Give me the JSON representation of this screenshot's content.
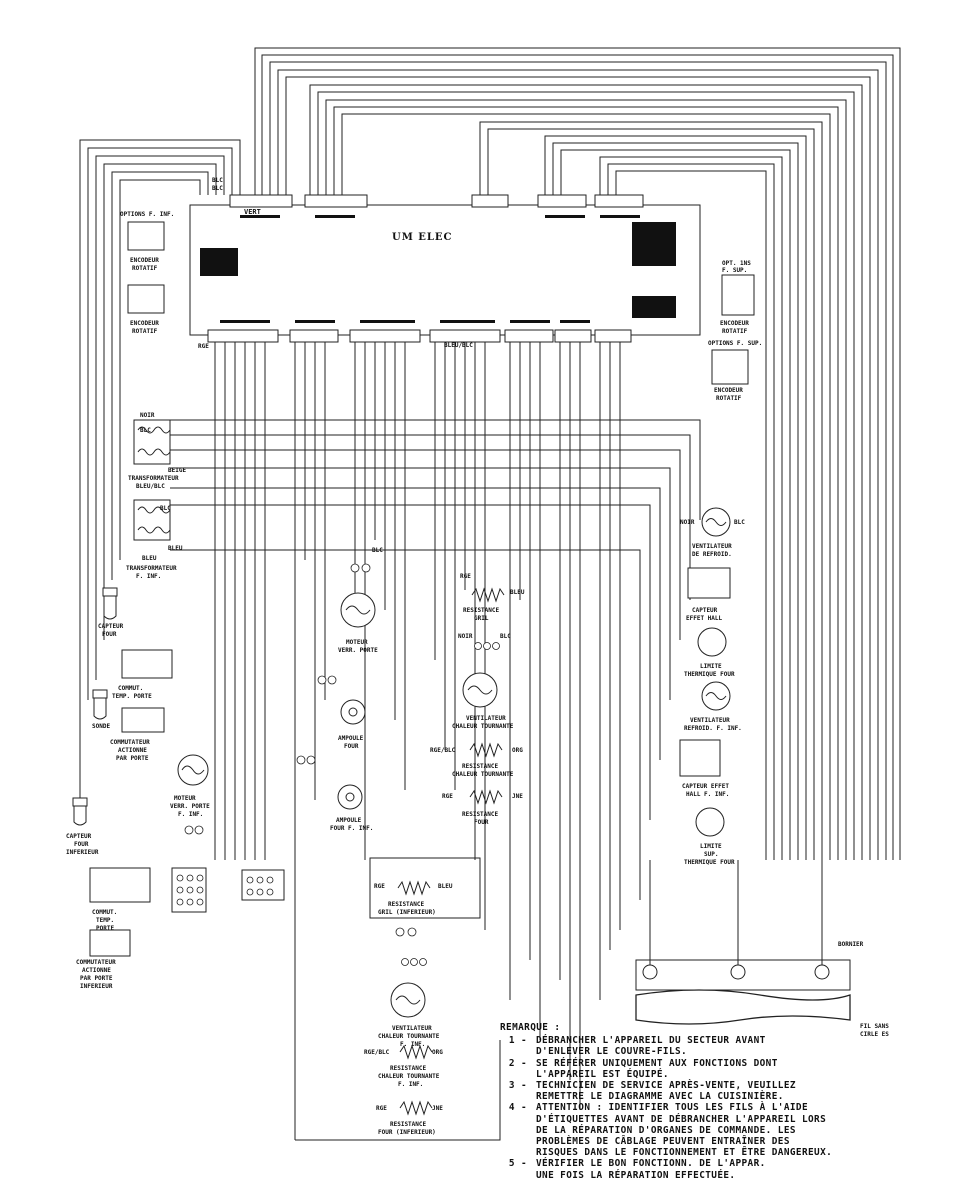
{
  "board": {
    "title": "UM ELEC",
    "options_inf": "OPTIONS F. INF.",
    "options_sup": "OPTIONS F. SUP.",
    "opt_sup_label": "OPT. 1NS\nF. SUP.",
    "encoder_rotary": "ENCODEUR\nROTATIF"
  },
  "wire_colors": {
    "blc": "BLC",
    "noir": "NOIR",
    "rge": "RGE",
    "bleu": "BLEU",
    "bleu_blc": "BLEU/BLC",
    "beige": "BEIGE",
    "jne": "JNE",
    "org": "ORG",
    "rge_blc": "RGE/BLC",
    "vert": "VERT"
  },
  "components": {
    "transfo_sup": "TRANSFORMATEUR\nBLEU/BLC",
    "transfo_inf": "TRANSFORMATEUR\nF. INF.",
    "capteur": "CAPTEUR",
    "commut_temp_porte": "COMMUT.\nTEMP. PORTE",
    "commutateur_actionne": "COMMUTATEUR\nACTIONNE\nPAR PORTE",
    "capteur_four_inf": "CAPTEUR\nFOUR\nINFERIEUR",
    "moteur_verr": "MOTEUR\nVERR. PORTE",
    "ampoule_four": "AMPOULE\nFOUR",
    "ampoule_four_inf": "AMPOULE\nFOUR F. INF.",
    "resistance_gril": "RESISTANCE\nGRIL",
    "ventilateur_chaleur": "VENTILATEUR\nCHALEUR TOURNANTE",
    "resistance_chaleur": "RESISTANCE\nCHALEUR TOURNANTE",
    "resistance_four": "RESISTANCE\nFOUR",
    "ventilateur_refroid": "VENTILATEUR\nDE REFROID.",
    "capteur_effet_hall": "CAPTEUR\nEFFET HALL",
    "limite_thermique": "LIMITE\nTHERMIQUE FOUR",
    "ventilateur_refroid_inf": "VENTILATEUR\nREFROID. F. INF.",
    "capteur_effet_hall_inf": "CAPTEUR EFFET\nHALL F. INF.",
    "limite_sup": "LIMITE\nSUP.\nTHERMIQUE FOUR",
    "resistance_gril_inf": "RESISTANCE\nGRIL (INFERIEUR)",
    "ventilateur_chaleur_inf": "VENTILATEUR\nCHALEUR TOURNANTE\nF. INF.",
    "resistance_chaleur_inf": "RESISTANCE\nCHALEUR TOURNANTE\nF. INF.",
    "resistance_four_inf": "RESISTANCE\nFOUR (INFERIEUR)",
    "bornier": "BORNIER",
    "fil_sans": "FIL SANS\nCIRLE ES"
  },
  "notes": {
    "title": "REMARQUE :",
    "items": [
      {
        "num": "1  -",
        "text": "DÉBRANCHER L'APPAREIL DU SECTEUR AVANT\nD'ENLEVER LE COUVRE-FILS."
      },
      {
        "num": "2  -",
        "text": "SE RÉFÉRER UNIQUEMENT AUX FONCTIONS DONT\nL'APPAREIL EST ÉQUIPÉ."
      },
      {
        "num": "3  -",
        "text": "TECHNICIEN DE SERVICE APRÈS-VENTE, VEUILLEZ\nREMETTRE LE DIAGRAMME AVEC LA CUISINIÈRE."
      },
      {
        "num": "4  -",
        "text": "ATTENTION : IDENTIFIER TOUS LES FILS À L'AIDE\nD'ÉTIQUETTES AVANT DE DÉBRANCHER L'APPAREIL LORS\nDE LA RÉPARATION D'ORGANES DE COMMANDE. LES\nPROBLÈMES DE CÂBLAGE PEUVENT ENTRAÎNER DES\nRISQUES DANS LE FONCTIONNEMENT ET ÊTRE DANGEREUX."
      },
      {
        "num": "5  -",
        "text": "VÉRIFIER LE BON FONCTIONN. DE L'APPAR.\nUNE FOIS LA RÉPARATION EFFECTUÉE."
      }
    ]
  }
}
